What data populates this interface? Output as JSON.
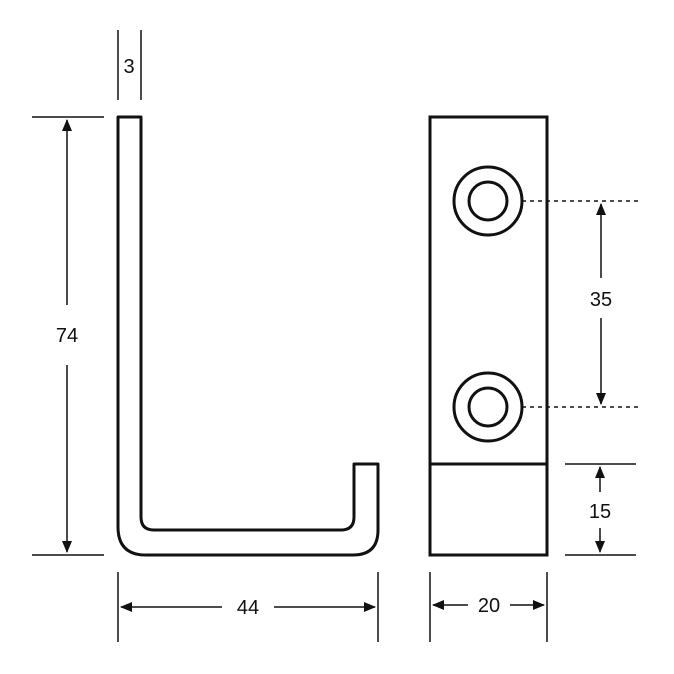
{
  "dimensions": {
    "thickness": "3",
    "height": "74",
    "width": "44",
    "hole_spacing": "35",
    "bottom_block": "15",
    "plate_width": "20"
  },
  "colors": {
    "stroke": "#111111",
    "background": "#ffffff"
  }
}
